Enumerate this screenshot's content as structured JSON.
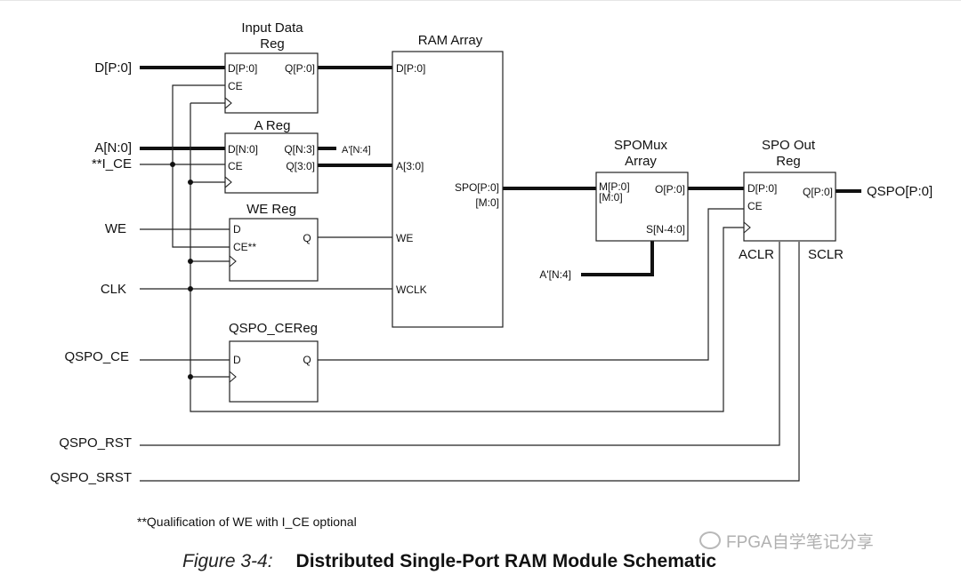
{
  "figure": {
    "number": "Figure 3-4:",
    "title": "Distributed Single-Port RAM Module Schematic"
  },
  "footnote": "**Qualification of WE with I_CE optional",
  "watermark": "FPGA自学笔记分享",
  "inputs": {
    "d": "D[P:0]",
    "a": "A[N:0]",
    "i_ce": "**I_CE",
    "we": "WE",
    "clk": "CLK",
    "qspo_ce": "QSPO_CE",
    "qspo_rst": "QSPO_RST",
    "qspo_srst": "QSPO_SRST"
  },
  "output": "QSPO[P:0]",
  "a_prime": "A'[N:4]",
  "blocks": {
    "input_data_reg": {
      "title1": "Input Data",
      "title2": "Reg",
      "pin_d": "D[P:0]",
      "pin_q": "Q[P:0]",
      "pin_ce": "CE"
    },
    "a_reg": {
      "title": "A Reg",
      "pin_d": "D[N:0]",
      "pin_q_hi": "Q[N:3]",
      "pin_q_lo": "Q[3:0]",
      "pin_ce": "CE",
      "a_prime_out": "A'[N:4]"
    },
    "we_reg": {
      "title": "WE Reg",
      "pin_d": "D",
      "pin_ce": "CE**",
      "pin_q": "Q"
    },
    "ram_array": {
      "title": "RAM Array",
      "pin_d": "D[P:0]",
      "pin_a": "A[3:0]",
      "pin_spo": "SPO[P:0]",
      "pin_m": "[M:0]",
      "pin_we": "WE",
      "pin_wclk": "WCLK"
    },
    "spomux": {
      "title1": "SPOMux",
      "title2": "Array",
      "pin_m1": "M[P:0]",
      "pin_m2": "[M:0]",
      "pin_o": "O[P:0]",
      "pin_s": "S[N-4:0]"
    },
    "spo_out_reg": {
      "title1": "SPO Out",
      "title2": "Reg",
      "pin_d": "D[P:0]",
      "pin_q": "Q[P:0]",
      "pin_ce": "CE",
      "aclr": "ACLR",
      "sclr": "SCLR"
    },
    "qspo_cereg": {
      "title": "QSPO_CEReg",
      "pin_d": "D",
      "pin_q": "Q"
    }
  }
}
